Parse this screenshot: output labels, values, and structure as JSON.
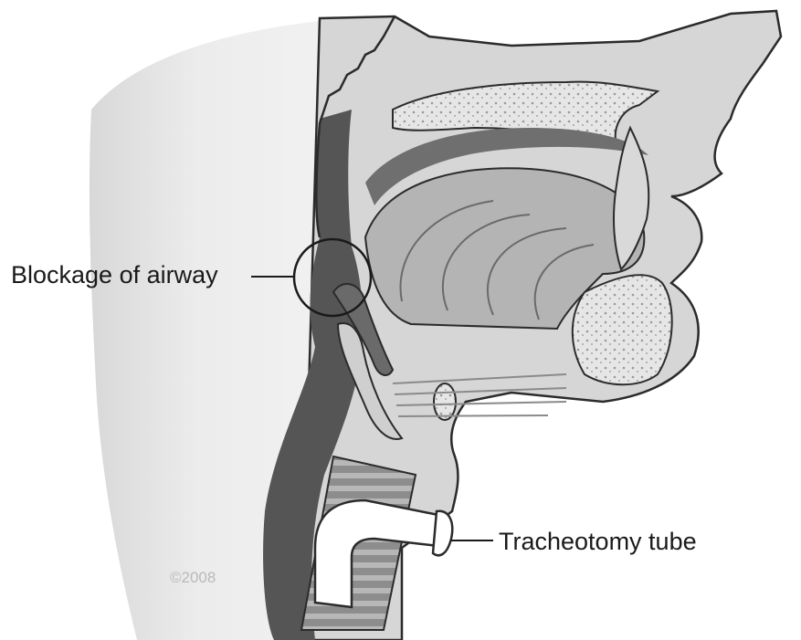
{
  "labels": {
    "blockage": "Blockage of airway",
    "tube": "Tracheotomy tube",
    "copyright": "©2008"
  },
  "colors": {
    "head_background": "#e9e9e9",
    "soft_tissue": "#cfcfcf",
    "airway_dark": "#555555",
    "tongue": "#b4b4b4",
    "bone_light": "#e2e2e2",
    "outline": "#2b2b2b",
    "tube": "#ffffff"
  }
}
